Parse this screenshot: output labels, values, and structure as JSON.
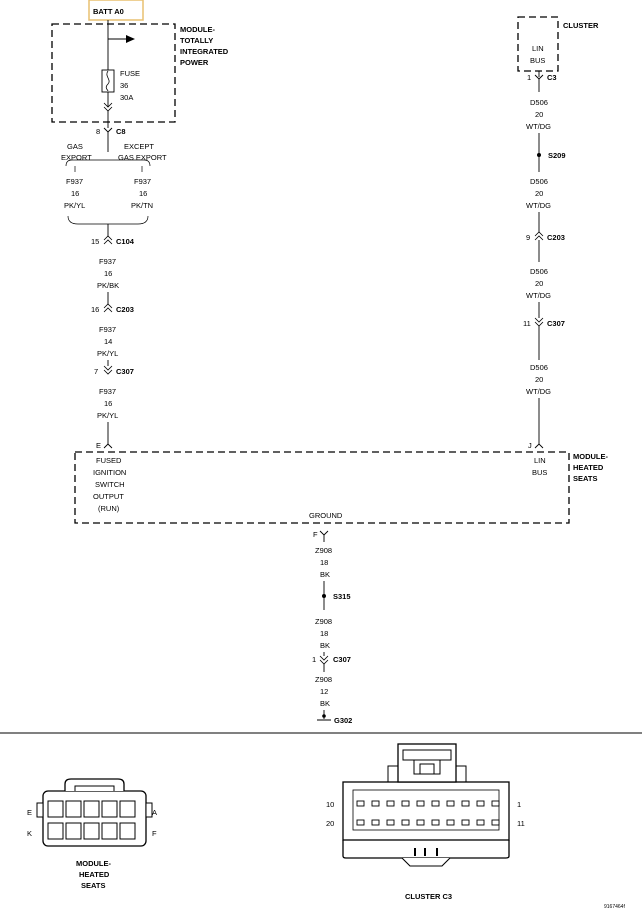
{
  "batt": "BATT A0",
  "tipm": {
    "line1": "MODULE-",
    "line2": "TOTALLY",
    "line3": "INTEGRATED",
    "line4": "POWER"
  },
  "fuse": {
    "label": "FUSE",
    "number": "36",
    "rating": "30A"
  },
  "c8": {
    "pin": "8",
    "name": "C8"
  },
  "left_options": {
    "gas_a": "GAS",
    "gas_b": "EXPORT",
    "exc_a": "EXCEPT",
    "exc_b": "GAS EXPORT"
  },
  "wire_f937_a": {
    "circuit": "F937",
    "gauge": "16",
    "color": "PK/YL"
  },
  "wire_f937_b": {
    "circuit": "F937",
    "gauge": "16",
    "color": "PK/TN"
  },
  "c104": {
    "pin": "15",
    "name": "C104"
  },
  "wire_f937_c": {
    "circuit": "F937",
    "gauge": "16",
    "color": "PK/BK"
  },
  "c203_left": {
    "pin": "16",
    "name": "C203"
  },
  "wire_f937_d": {
    "circuit": "F937",
    "gauge": "14",
    "color": "PK/YL"
  },
  "c307_left": {
    "pin": "7",
    "name": "C307"
  },
  "wire_f937_e": {
    "circuit": "F937",
    "gauge": "16",
    "color": "PK/YL"
  },
  "pin_e": "E",
  "heated_seats": {
    "line1": "MODULE-",
    "line2": "HEATED",
    "line3": "SEATS",
    "in1": "FUSED",
    "in2": "IGNITION",
    "in3": "SWITCH",
    "in4": "OUTPUT",
    "in5": "(RUN)",
    "lin1": "LIN",
    "lin2": "BUS",
    "ground": "GROUND"
  },
  "cluster": {
    "name": "CLUSTER",
    "lin1": "LIN",
    "lin2": "BUS"
  },
  "c3": {
    "pin": "1",
    "name": "C3"
  },
  "wire_d506_a": {
    "circuit": "D506",
    "gauge": "20",
    "color": "WT/DG"
  },
  "s209": "S209",
  "wire_d506_b": {
    "circuit": "D506",
    "gauge": "20",
    "color": "WT/DG"
  },
  "c203_right": {
    "pin": "9",
    "name": "C203"
  },
  "wire_d506_c": {
    "circuit": "D506",
    "gauge": "20",
    "color": "WT/DG"
  },
  "c307_right": {
    "pin": "11",
    "name": "C307"
  },
  "wire_d506_d": {
    "circuit": "D506",
    "gauge": "20",
    "color": "WT/DG"
  },
  "pin_j": "J",
  "pin_f": "F",
  "wire_z908_a": {
    "circuit": "Z908",
    "gauge": "18",
    "color": "BK"
  },
  "s315": "S315",
  "wire_z908_b": {
    "circuit": "Z908",
    "gauge": "18",
    "color": "BK"
  },
  "c307_ground": {
    "pin": "1",
    "name": "C307"
  },
  "wire_z908_c": {
    "circuit": "Z908",
    "gauge": "12",
    "color": "BK"
  },
  "g302": "G302",
  "connector_seats": {
    "pin_e": "E",
    "pin_k": "K",
    "pin_a": "A",
    "pin_f": "F",
    "cap1": "MODULE-",
    "cap2": "HEATED",
    "cap3": "SEATS"
  },
  "connector_cluster": {
    "pin_10": "10",
    "pin_20": "20",
    "pin_1": "1",
    "pin_11": "11",
    "caption": "CLUSTER C3"
  },
  "ref": "9167464f"
}
